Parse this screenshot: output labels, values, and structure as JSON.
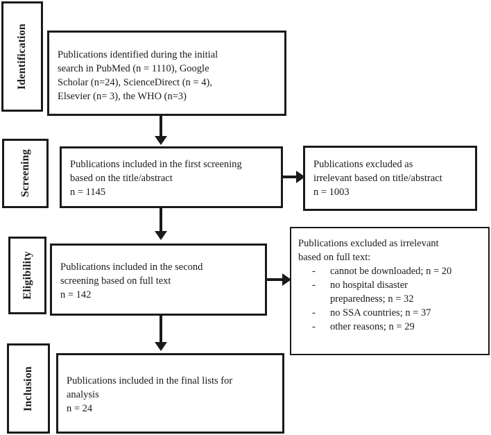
{
  "diagram": {
    "type": "prisma-flow-diagram",
    "stages": [
      {
        "id": "identification",
        "label": "Identification"
      },
      {
        "id": "screening",
        "label": "Screening"
      },
      {
        "id": "eligibility",
        "label": "Eligibility"
      },
      {
        "id": "inclusion",
        "label": "Inclusion"
      }
    ],
    "boxes": {
      "identified": {
        "lines": [
          "Publications identified during the initial",
          "search in PubMed (n = 1110), Google",
          "Scholar (n=24), ScienceDirect (n = 4),",
          "Elsevier (n= 3), the WHO (n=3)"
        ]
      },
      "first_screening": {
        "lines": [
          "Publications included in the first screening",
          "based on the title/abstract",
          "n = 1145"
        ]
      },
      "excluded_title_abstract": {
        "lines": [
          "Publications excluded as",
          "irrelevant based on title/abstract",
          "n = 1003"
        ]
      },
      "second_screening": {
        "lines": [
          "Publications included in the second",
          "screening based on full text",
          "n = 142"
        ]
      },
      "excluded_full_text": {
        "lines": [
          "Publications excluded as irrelevant",
          "based on full text:"
        ],
        "bullet_marker": "-",
        "reasons": [
          {
            "text": "cannot be downloaded; n = 20",
            "text2": ""
          },
          {
            "text": "no hospital disaster",
            "text2": "preparedness; n = 32"
          },
          {
            "text": "no SSA countries; n = 37",
            "text2": ""
          },
          {
            "text": "other reasons; n = 29",
            "text2": ""
          }
        ]
      },
      "final_included": {
        "lines": [
          "Publications included in the final lists for",
          "analysis",
          "n = 24"
        ]
      }
    },
    "counts": {
      "pubmed": 1110,
      "google_scholar": 24,
      "sciencedirect": 4,
      "elsevier": 3,
      "who": 3,
      "first_screening_included": 1145,
      "excluded_title_abstract": 1003,
      "second_screening_included": 142,
      "excluded_cannot_download": 20,
      "excluded_no_hospital_disaster_preparedness": 32,
      "excluded_no_ssa_countries": 37,
      "excluded_other_reasons": 29,
      "final_included": 24
    },
    "colors": {
      "ink": "#1a1a1a",
      "background": "#ffffff"
    }
  }
}
